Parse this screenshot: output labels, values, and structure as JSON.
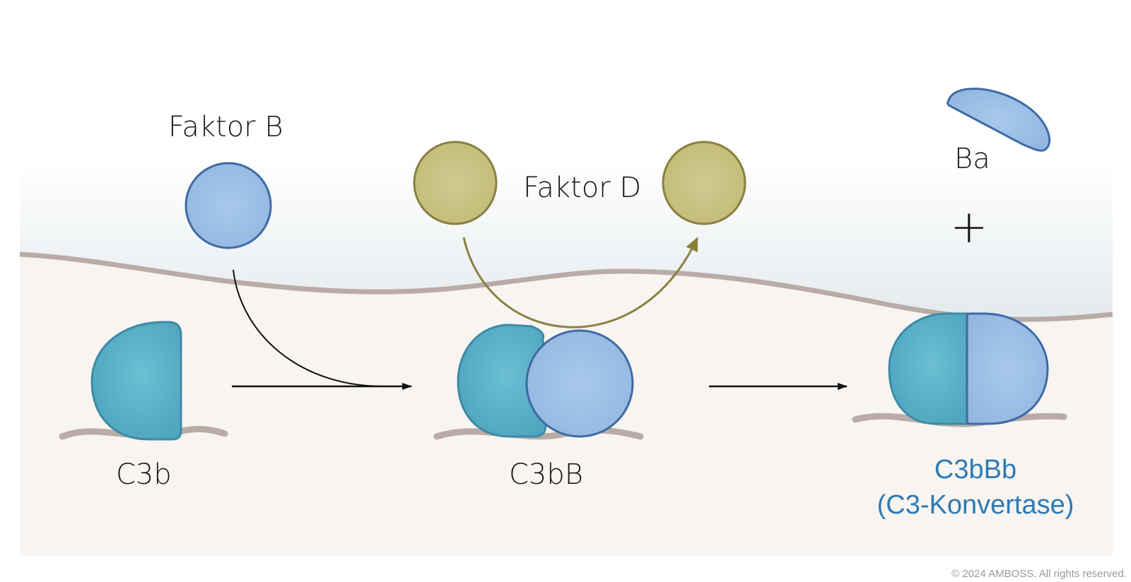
{
  "labels": {
    "faktor_b": "Faktor B",
    "faktor_d": "Faktor D",
    "ba": "Ba",
    "plus": "+",
    "c3b": "C3b",
    "c3bb": "C3bB",
    "c3bbb": "C3bBb",
    "konvertase": "(C3-Konvertase)"
  },
  "copyright": "© 2024 AMBOSS. All rights reserved.",
  "colors": {
    "c3b_teal": "#5bb0c7",
    "factor_b_blue": "#9cc0e6",
    "factor_d_olive": "#c9c285",
    "outline_blue": "#3e6aa6",
    "outline_olive": "#8a8040",
    "membrane": "#b9aca6",
    "label_blue": "#2e7ab4"
  }
}
